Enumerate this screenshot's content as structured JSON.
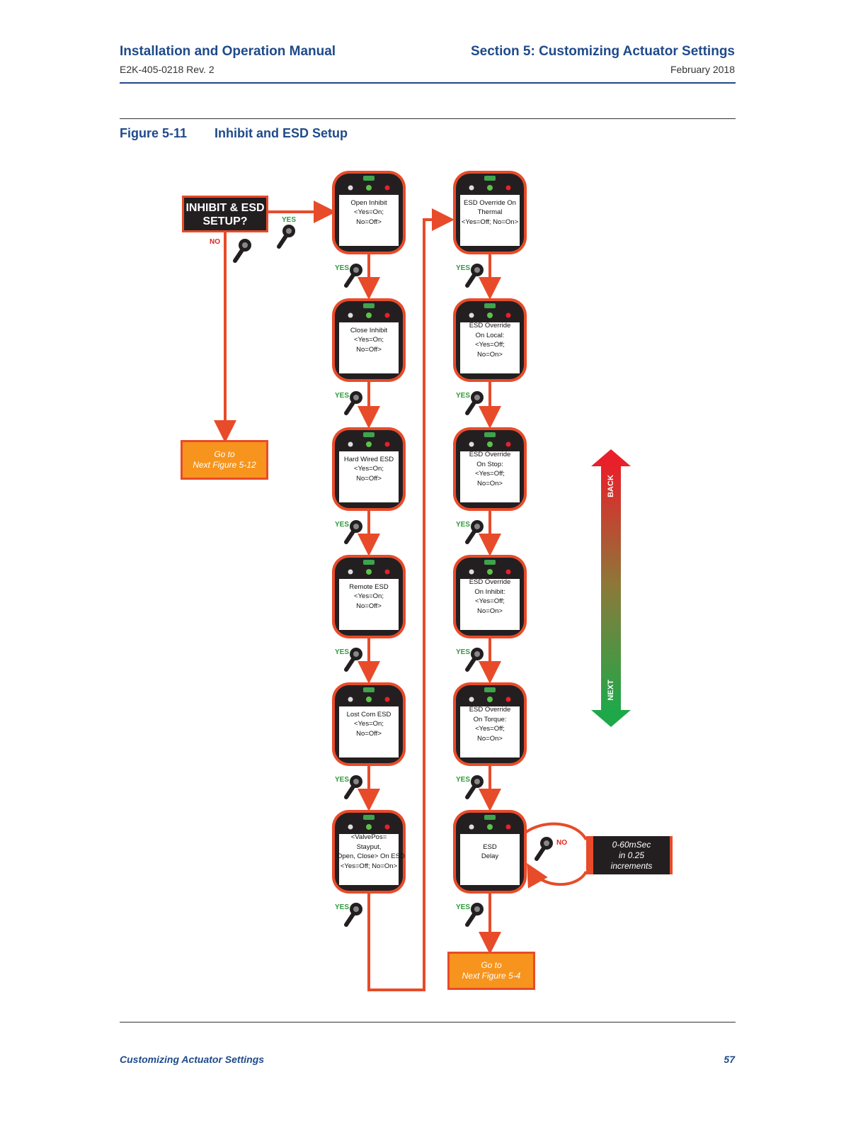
{
  "header": {
    "manual_title": "Installation and Operation Manual",
    "doc_number": "E2K-405-0218 Rev. 2",
    "section_title": "Section 5: Customizing Actuator Settings",
    "date": "February 2018"
  },
  "figure": {
    "number": "Figure 5-11",
    "title": "Inhibit and ESD Setup"
  },
  "start": {
    "line1": "INHIBIT & ESD",
    "line2": "SETUP?"
  },
  "labels": {
    "yes": "YES",
    "no": "NO"
  },
  "goto_left": {
    "line1": "Go to",
    "line2": "Next Figure 5-12"
  },
  "goto_bottom": {
    "line1": "Go to",
    "line2": "Next Figure 5-4"
  },
  "delay_note": {
    "line1": "0-60mSec",
    "line2": "in 0.25",
    "line3": "increments"
  },
  "nav_arrow": {
    "back": "BACK",
    "next": "NEXT"
  },
  "left_column": [
    {
      "lines": [
        "Open Inhibit",
        "<Yes=On;",
        "No=Off>"
      ]
    },
    {
      "lines": [
        "Close Inhibit",
        "<Yes=On;",
        "No=Off>"
      ]
    },
    {
      "lines": [
        "Hard Wired ESD",
        "<Yes=On;",
        "No=Off>"
      ]
    },
    {
      "lines": [
        "Remote ESD",
        "<Yes=On;",
        "No=Off>"
      ]
    },
    {
      "lines": [
        "Lost Com ESD",
        "<Yes=On;",
        "No=Off>"
      ]
    },
    {
      "lines": [
        "<ValvePos=",
        "Stayput,",
        "Open, Close> On ESD",
        "<Yes=Off; No=On>"
      ]
    }
  ],
  "right_column": [
    {
      "lines": [
        "ESD Override On",
        "Thermal",
        "<Yes=Off; No=On>"
      ]
    },
    {
      "lines": [
        "ESD Override",
        "On Local:",
        "<Yes=Off;",
        "No=On>"
      ]
    },
    {
      "lines": [
        "ESD Override",
        "On Stop:",
        "<Yes=Off;",
        "No=On>"
      ]
    },
    {
      "lines": [
        "ESD Override",
        "On Inhibit:",
        "<Yes=Off;",
        "No=On>"
      ]
    },
    {
      "lines": [
        "ESD Override",
        "On Torque:",
        "<Yes=Off;",
        "No=On>"
      ]
    },
    {
      "lines": [
        "ESD",
        "Delay"
      ]
    }
  ],
  "footer": {
    "section": "Customizing Actuator Settings",
    "page": "57"
  },
  "colors": {
    "brand_blue": "#1f4a8a",
    "flow_orange": "#e84b2a",
    "goto_fill": "#f7941d",
    "yes_green": "#2e9a3a",
    "no_red": "#e0251b"
  }
}
